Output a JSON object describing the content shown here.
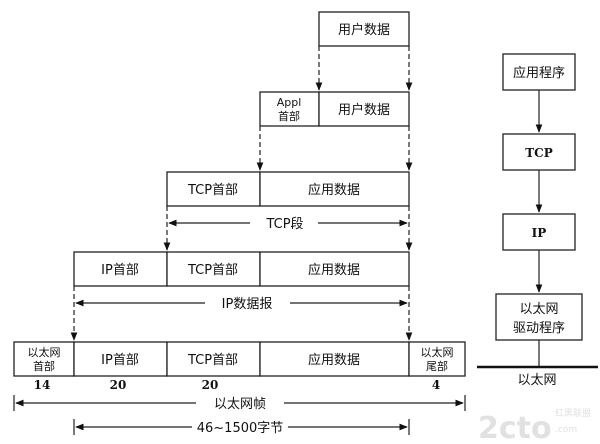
{
  "encapsulation": {
    "user_data": "用户数据",
    "appl_header_line1": "Appl",
    "appl_header_line2": "首部",
    "user_data_2": "用户数据",
    "tcp_header": "TCP首部",
    "app_data": "应用数据",
    "tcp_segment": "TCP段",
    "ip_header": "IP首部",
    "tcp_header_2": "TCP首部",
    "app_data_2": "应用数据",
    "ip_datagram": "IP数据报",
    "eth_header_line1": "以太网",
    "eth_header_line2": "首部",
    "ip_header_2": "IP首部",
    "tcp_header_3": "TCP首部",
    "app_data_3": "应用数据",
    "eth_trailer_line1": "以太网",
    "eth_trailer_line2": "尾部",
    "size_eth_header": "14",
    "size_ip_header": "20",
    "size_tcp_header": "20",
    "size_eth_trailer": "4",
    "eth_frame": "以太网帧",
    "payload_range": "46~1500字节"
  },
  "stack": {
    "application": "应用程序",
    "tcp": "TCP",
    "ip": "IP",
    "driver_line1": "以太网",
    "driver_line2": "驱动程序",
    "network": "以太网"
  },
  "watermark": {
    "logo": "2cto",
    "logo_suffix": ".com",
    "site_name": "红黑联盟"
  }
}
